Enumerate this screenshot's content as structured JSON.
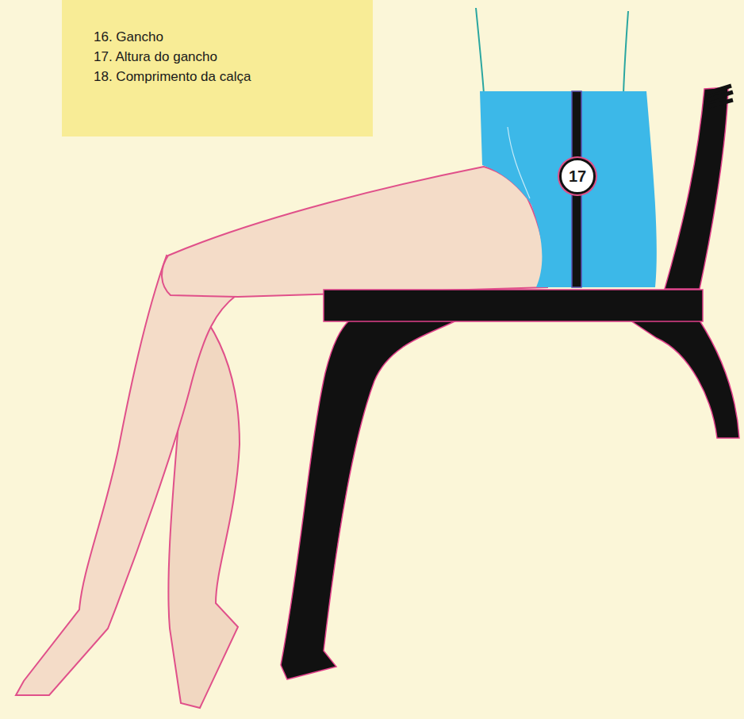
{
  "diagram": {
    "nodes": [
      {
        "text": [
          "16. Gancho",
          "17. Altura do gancho",
          "18. Comprimento da calça"
        ]
      },
      {
        "text": [
          "17"
        ]
      }
    ]
  }
}
